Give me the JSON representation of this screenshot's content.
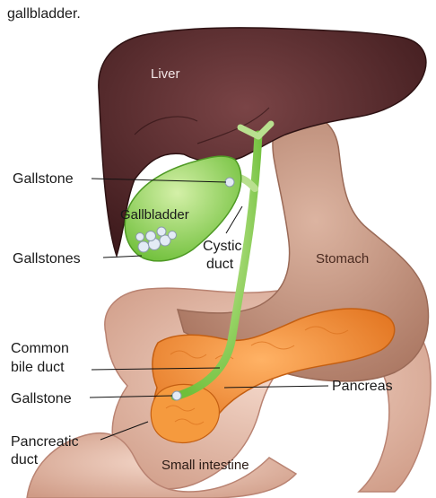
{
  "caption": {
    "top_line": "gallbladder."
  },
  "organs": {
    "liver": "Liver",
    "gallbladder": "Gallbladder",
    "stomach": "Stomach",
    "small_intestine": "Small intestine",
    "cystic_duct_line1": "Cystic",
    "cystic_duct_line2": "duct"
  },
  "callouts": {
    "gallstone_top": "Gallstone",
    "gallstones": "Gallstones",
    "common_bile_duct_line1": "Common",
    "common_bile_duct_line2": "bile duct",
    "gallstone_bottom": "Gallstone",
    "pancreatic_duct_line1": "Pancreatic",
    "pancreatic_duct_line2": "duct",
    "pancreas": "Pancreas"
  },
  "colors": {
    "liver": "#5a2a2c",
    "stomach": "#c79a86",
    "intestine": "#e8c1b0",
    "pancreas": "#f08a2a",
    "gallbladder": "#8fd15a",
    "duct": "#b9e08f",
    "stone": "#dfe8f2"
  }
}
